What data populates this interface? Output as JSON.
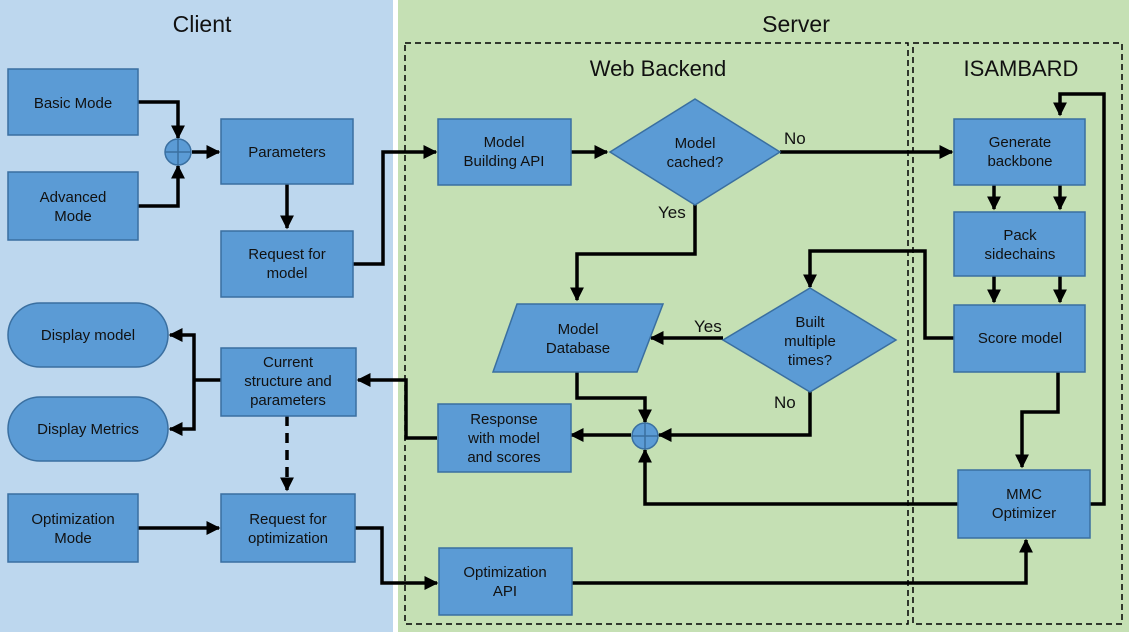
{
  "regions": {
    "client": {
      "title": "Client",
      "color": "#bdd7ee"
    },
    "server": {
      "title": "Server",
      "color": "#c5e0b4"
    }
  },
  "groups": {
    "web_backend": {
      "title": "Web Backend"
    },
    "isambard": {
      "title": "ISAMBARD"
    }
  },
  "nodes": {
    "basic_mode": {
      "lines": [
        "Basic Mode"
      ]
    },
    "advanced_mode": {
      "lines": [
        "Advanced",
        "Mode"
      ]
    },
    "parameters": {
      "lines": [
        "Parameters"
      ]
    },
    "request_model": {
      "lines": [
        "Request for",
        "model"
      ]
    },
    "display_model": {
      "lines": [
        "Display model"
      ]
    },
    "display_metrics": {
      "lines": [
        "Display Metrics"
      ]
    },
    "current_structure": {
      "lines": [
        "Current",
        "structure and",
        "parameters"
      ]
    },
    "optimization_mode": {
      "lines": [
        "Optimization",
        "Mode"
      ]
    },
    "request_optimization": {
      "lines": [
        "Request for",
        "optimization"
      ]
    },
    "model_building_api": {
      "lines": [
        "Model",
        "Building API"
      ]
    },
    "model_cached": {
      "lines": [
        "Model",
        "cached?"
      ]
    },
    "model_database": {
      "lines": [
        "Model",
        "Database"
      ]
    },
    "built_multiple": {
      "lines": [
        "Built",
        "multiple",
        "times?"
      ]
    },
    "response": {
      "lines": [
        "Response",
        "with model",
        "and scores"
      ]
    },
    "optimization_api": {
      "lines": [
        "Optimization",
        "API"
      ]
    },
    "generate_backbone": {
      "lines": [
        "Generate",
        "backbone"
      ]
    },
    "pack_sidechains": {
      "lines": [
        "Pack",
        "sidechains"
      ]
    },
    "score_model": {
      "lines": [
        "Score model"
      ]
    },
    "mmc_optimizer": {
      "lines": [
        "MMC",
        "Optimizer"
      ]
    }
  },
  "edge_labels": {
    "cached_no": "No",
    "cached_yes": "Yes",
    "multiple_yes": "Yes",
    "multiple_no": "No"
  },
  "colors": {
    "node_fill": "#5b9bd5",
    "node_border": "#3a6fa0",
    "arrow": "#000000"
  }
}
